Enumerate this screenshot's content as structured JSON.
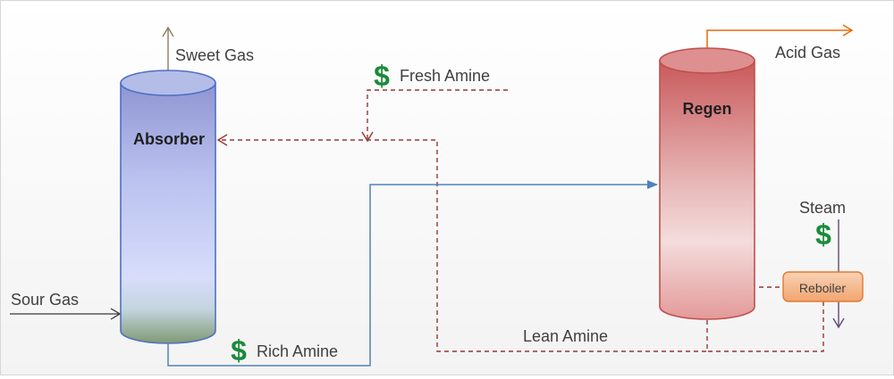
{
  "absorber": {
    "label": "Absorber"
  },
  "regen": {
    "label": "Regen"
  },
  "reboiler": {
    "label": "Reboiler"
  },
  "streams": {
    "sweet_gas": "Sweet Gas",
    "fresh_amine": "Fresh Amine",
    "acid_gas": "Acid Gas",
    "steam": "Steam",
    "sour_gas": "Sour Gas",
    "rich_amine": "Rich Amine",
    "lean_amine": "Lean Amine"
  },
  "cost_symbol": "$",
  "colors": {
    "gas_line": "#8b7d5e",
    "rich_line": "#4f81bd",
    "lean_line": "#953735",
    "acid_line": "#e46c0a",
    "steam_line": "#604a7b",
    "dollar": "#1a8a3a",
    "text": "#404040"
  }
}
